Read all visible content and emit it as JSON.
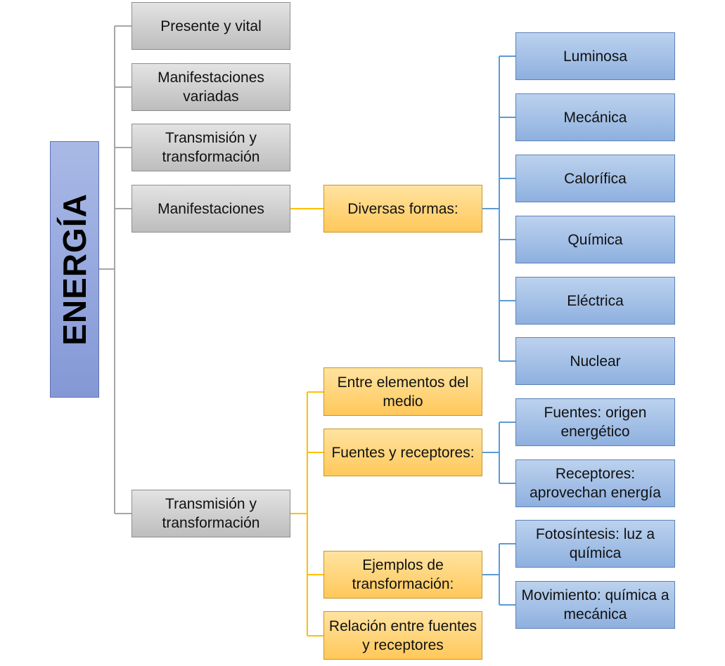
{
  "root": {
    "label": "ENERGÍA"
  },
  "level1": [
    {
      "label": "Presente y vital"
    },
    {
      "label": "Manifestaciones variadas"
    },
    {
      "label": "Transmisión y transformación"
    },
    {
      "label": "Manifestaciones"
    },
    {
      "label": "Transmisión y transformación"
    }
  ],
  "level2": [
    {
      "label": "Diversas formas:"
    },
    {
      "label": "Entre elementos del medio"
    },
    {
      "label": "Fuentes y receptores:"
    },
    {
      "label": "Ejemplos de transformación:"
    },
    {
      "label": "Relación entre fuentes y receptores"
    }
  ],
  "forms": [
    {
      "label": "Luminosa"
    },
    {
      "label": "Mecánica"
    },
    {
      "label": "Calorífica"
    },
    {
      "label": "Química"
    },
    {
      "label": "Eléctrica"
    },
    {
      "label": "Nuclear"
    }
  ],
  "sources": [
    {
      "label": "Fuentes: origen energético"
    },
    {
      "label": "Receptores: aprovechan energía"
    }
  ],
  "examples": [
    {
      "label": "Fotosíntesis: luz a química"
    },
    {
      "label": "Movimiento: química a mecánica"
    }
  ],
  "colors": {
    "gray_line": "#a6a6a6",
    "gold_line": "#ffc000",
    "blue_line": "#5b9bd5"
  }
}
